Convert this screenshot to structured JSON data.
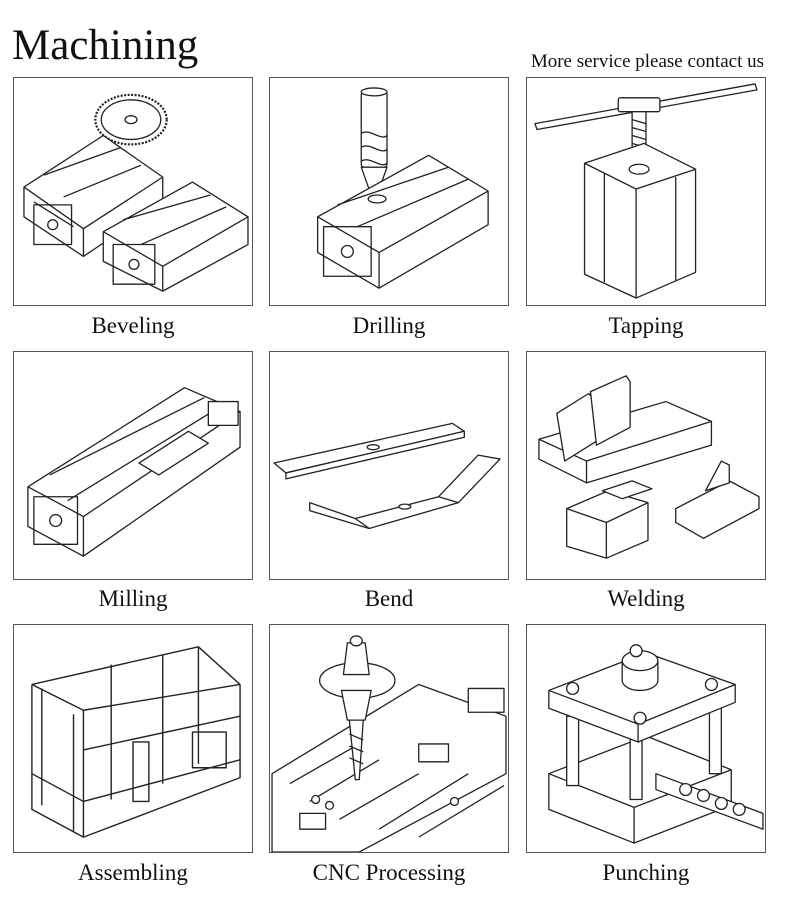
{
  "header": {
    "title": "Machining",
    "subtitle": "More service please contact us"
  },
  "services": [
    {
      "label": "Beveling"
    },
    {
      "label": "Drilling"
    },
    {
      "label": "Tapping"
    },
    {
      "label": "Milling"
    },
    {
      "label": "Bend"
    },
    {
      "label": "Welding"
    },
    {
      "label": "Assembling"
    },
    {
      "label": "CNC Processing"
    },
    {
      "label": "Punching"
    }
  ],
  "colors": {
    "line": "#222222",
    "border": "#555555",
    "background": "#ffffff"
  }
}
